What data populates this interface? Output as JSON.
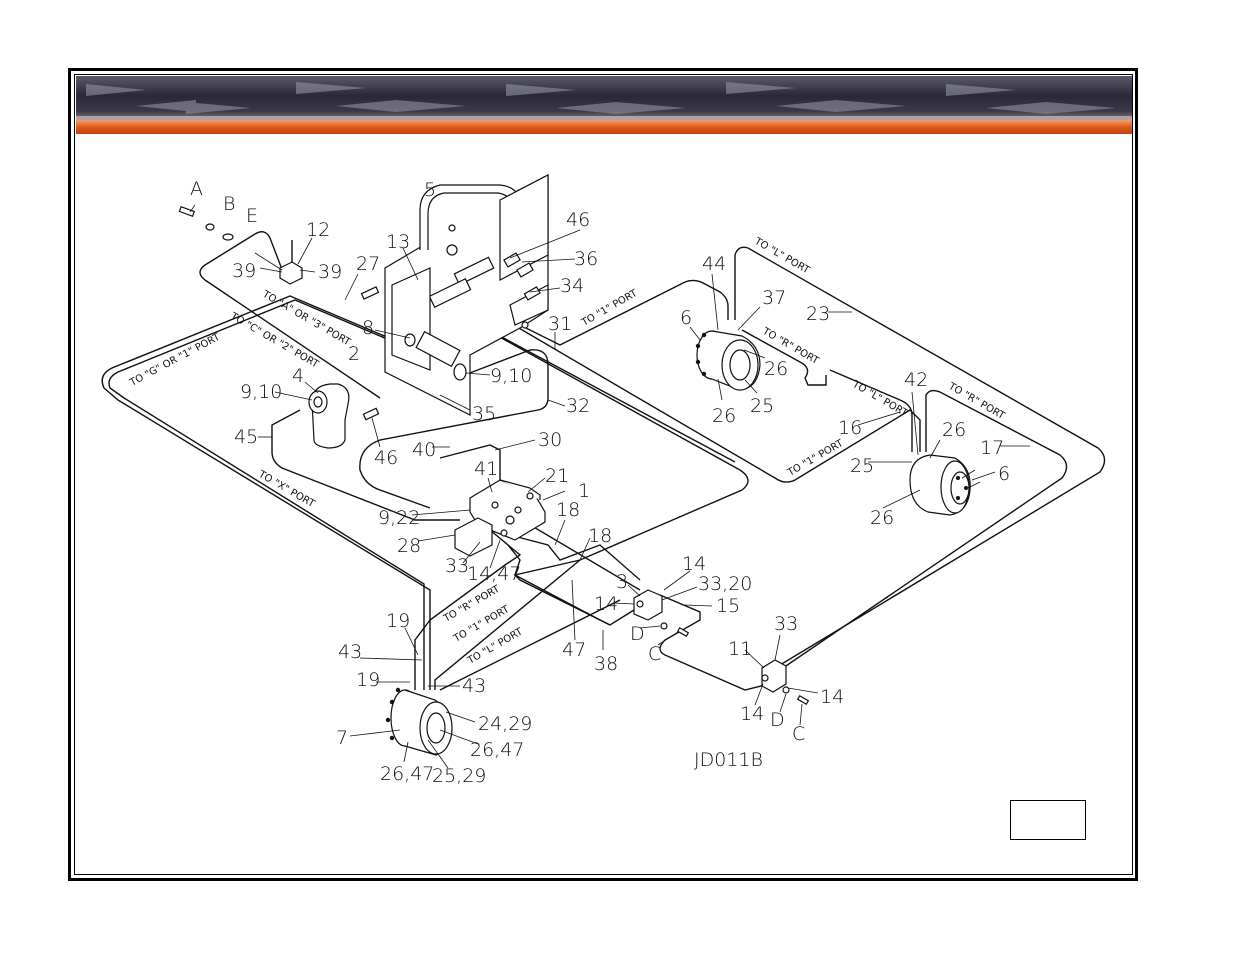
{
  "drawing": {
    "code": "JD011B",
    "labels": {
      "A": "A",
      "B": "B",
      "E": "E",
      "n12": "12",
      "n39a": "39",
      "n39b": "39",
      "n27": "27",
      "n2": "2",
      "n5": "5",
      "n13": "13",
      "n46a": "46",
      "n36": "36",
      "n34": "34",
      "n8": "8",
      "n9_10a": "9,10",
      "n9_10b": "9,10",
      "n4": "4",
      "n35": "35",
      "n45": "45",
      "n46b": "46",
      "n32": "32",
      "n31": "31",
      "n40": "40",
      "n30": "30",
      "n41": "41",
      "n21": "21",
      "n1": "1",
      "n9_22": "9,22",
      "n28": "28",
      "n33a": "33",
      "n14_47": "14,47",
      "n18a": "18",
      "n18b": "18",
      "n44": "44",
      "n6a": "6",
      "n37": "37",
      "n23": "23",
      "n26a": "26",
      "n26b": "26",
      "n25a": "25",
      "n42": "42",
      "n16": "16",
      "n26c": "26",
      "n17": "17",
      "n25b": "25",
      "n6b": "6",
      "n26d": "26",
      "n14a": "14",
      "n3": "3",
      "n33_20": "33,20",
      "n14b": "14",
      "n15": "15",
      "D1": "D",
      "C1": "C",
      "n47": "47",
      "n38": "38",
      "n33b": "33",
      "n11": "11",
      "n14c": "14",
      "n14d": "14",
      "D2": "D",
      "C2": "C",
      "n19a": "19",
      "n43a": "43",
      "n19b": "19",
      "n43b": "43",
      "n7": "7",
      "n24_29": "24,29",
      "n26_47a": "26,47",
      "n26_47b": "26,47",
      "n25_29": "25,29"
    },
    "ports": {
      "p_a3": "TO \"A\" OR \"3\" PORT",
      "p_c2": "TO \"C\" OR \"2\" PORT",
      "p_g1": "TO \"G\" OR \"1\" PORT",
      "p_x": "TO \"X\" PORT",
      "p_1a": "TO \"1\" PORT",
      "p_l1": "TO \"L\" PORT",
      "p_r1": "TO \"R\" PORT",
      "p_l2": "TO \"L\" PORT",
      "p_r2": "TO \"R\" PORT",
      "p_1b": "TO \"1\" PORT",
      "p_r3": "TO \"R\" PORT",
      "p_1c": "TO \"1\" PORT",
      "p_l3": "TO \"L\" PORT"
    }
  }
}
